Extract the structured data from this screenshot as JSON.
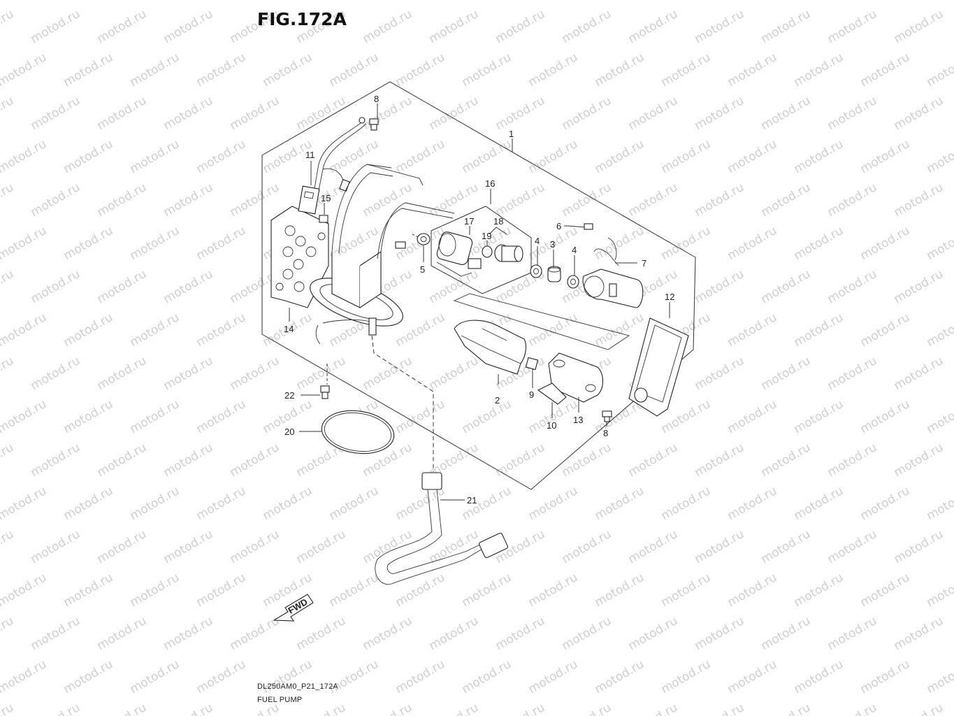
{
  "figure": {
    "title": "FIG.172A",
    "footer_code": "DL250AM0_P21_172A",
    "footer_name": "FUEL PUMP",
    "direction_label": "FWD"
  },
  "watermark": "motod.ru",
  "callouts": [
    {
      "id": "c1",
      "label": "1"
    },
    {
      "id": "c2",
      "label": "2"
    },
    {
      "id": "c3",
      "label": "3"
    },
    {
      "id": "c4a",
      "label": "4"
    },
    {
      "id": "c4b",
      "label": "4"
    },
    {
      "id": "c5",
      "label": "5"
    },
    {
      "id": "c6",
      "label": "6"
    },
    {
      "id": "c7",
      "label": "7"
    },
    {
      "id": "c8a",
      "label": "8"
    },
    {
      "id": "c8b",
      "label": "8"
    },
    {
      "id": "c9",
      "label": "9"
    },
    {
      "id": "c10",
      "label": "10"
    },
    {
      "id": "c11",
      "label": "11"
    },
    {
      "id": "c12",
      "label": "12"
    },
    {
      "id": "c13",
      "label": "13"
    },
    {
      "id": "c14",
      "label": "14"
    },
    {
      "id": "c15",
      "label": "15"
    },
    {
      "id": "c16",
      "label": "16"
    },
    {
      "id": "c17",
      "label": "17"
    },
    {
      "id": "c18",
      "label": "18"
    },
    {
      "id": "c19",
      "label": "19"
    },
    {
      "id": "c20",
      "label": "20"
    },
    {
      "id": "c21",
      "label": "21"
    },
    {
      "id": "c22",
      "label": "22"
    }
  ]
}
